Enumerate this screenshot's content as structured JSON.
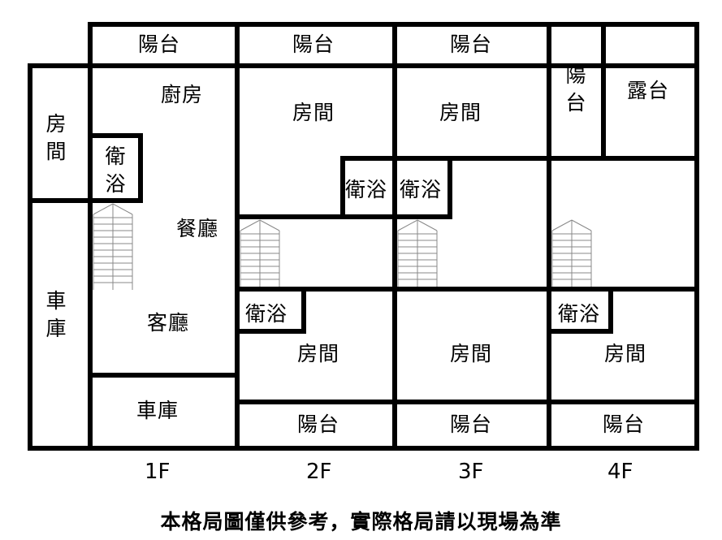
{
  "floors": [
    "1F",
    "2F",
    "3F",
    "4F"
  ],
  "f1": {
    "room": "房間",
    "garage_side": "車庫",
    "kitchen": "廚房",
    "bath": "衛浴",
    "dining": "餐廳",
    "living": "客廳",
    "balcony": "陽台",
    "garage": "車庫"
  },
  "f2": {
    "balcony_top": "陽台",
    "room_top": "房間",
    "bath_top": "衛浴",
    "bath_bottom": "衛浴",
    "room_bottom": "房間",
    "balcony_bottom": "陽台"
  },
  "f3": {
    "balcony_top": "陽台",
    "room_top": "房間",
    "bath_top": "衛浴",
    "room_bottom": "房間",
    "balcony_bottom": "陽台"
  },
  "f4": {
    "balcony_top": "陽台",
    "terrace": "露台",
    "bath": "衛浴",
    "room_bottom": "房間",
    "balcony_bottom": "陽台"
  },
  "note": "本格局圖僅供參考，實際格局請以現場為準"
}
